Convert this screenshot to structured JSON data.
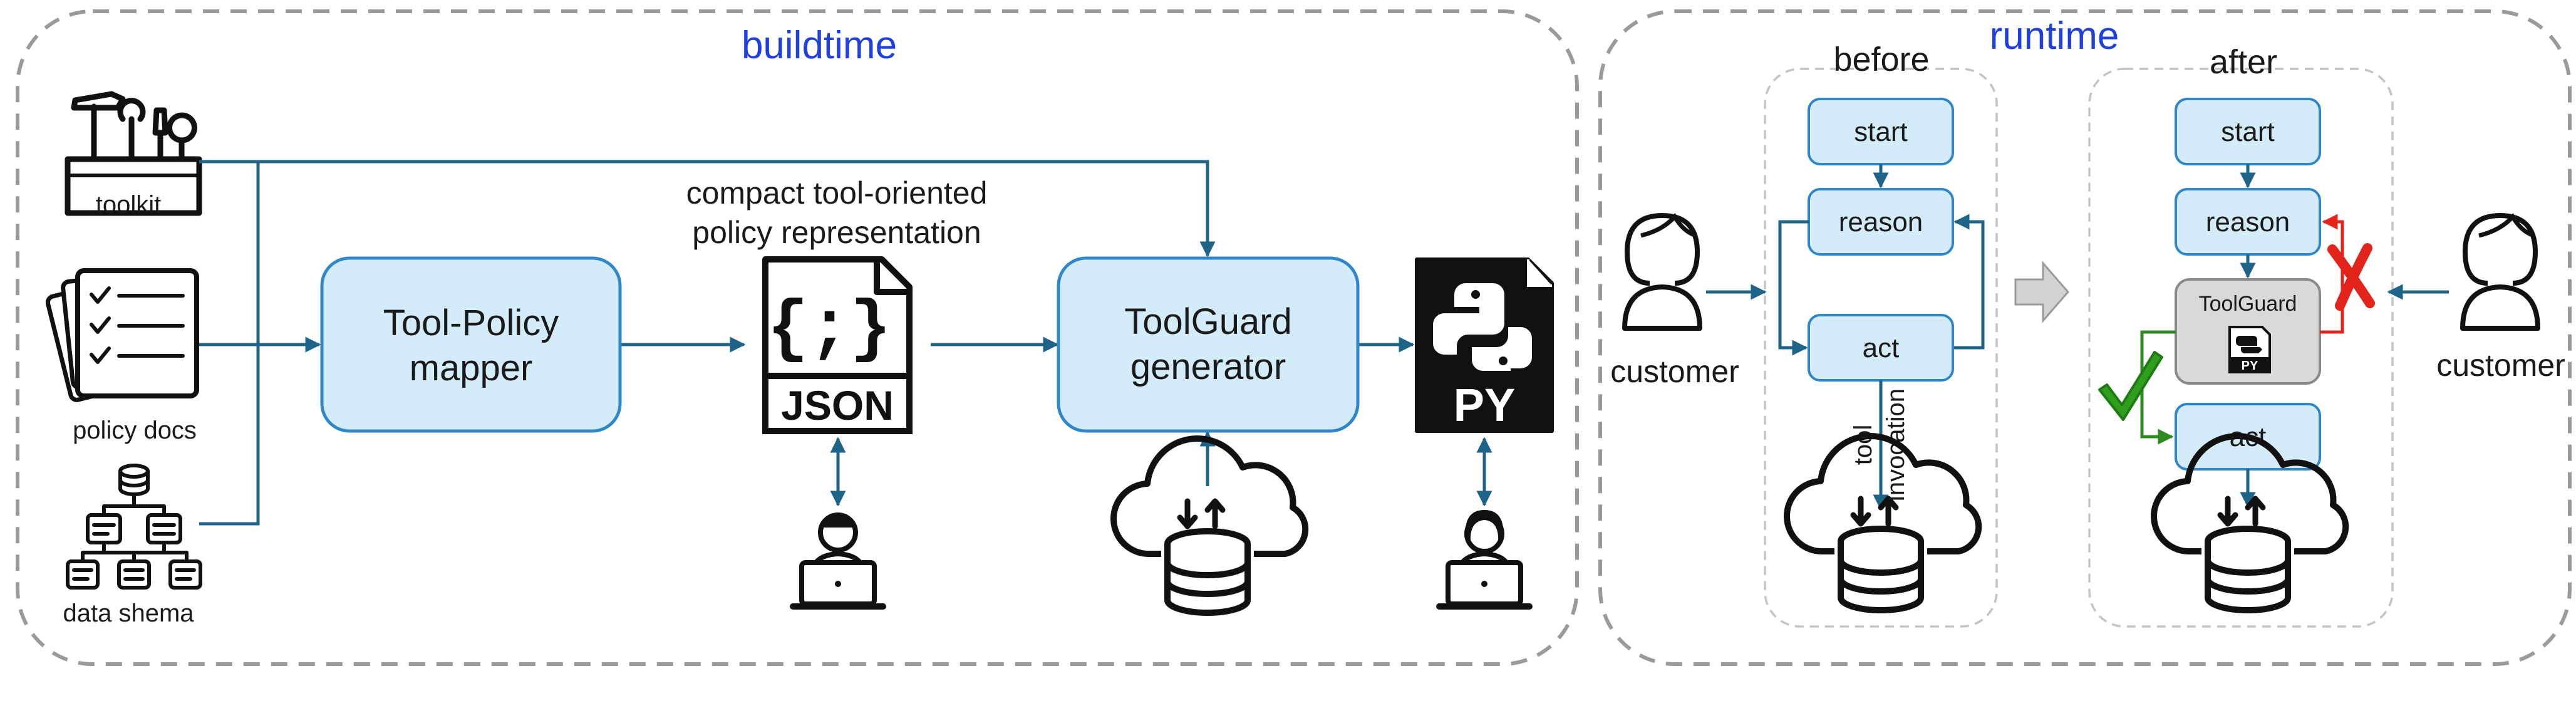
{
  "panels": {
    "buildtime": "buildtime",
    "runtime": "runtime"
  },
  "inputs": {
    "toolkit": "toolkit",
    "policy_docs": "policy docs",
    "data_schema": "data shema"
  },
  "buildtime": {
    "mapper_line1": "Tool-Policy",
    "mapper_line2": "mapper",
    "representation_line1": "compact tool-oriented",
    "representation_line2": "policy representation",
    "json_label": "JSON",
    "generator_line1": "ToolGuard",
    "generator_line2": "generator",
    "py_label": "PY"
  },
  "runtime": {
    "before": {
      "title": "before",
      "start": "start",
      "reason": "reason",
      "act": "act",
      "invocation_line1": "tool",
      "invocation_line2": "invocation",
      "customer": "customer"
    },
    "after": {
      "title": "after",
      "start": "start",
      "reason": "reason",
      "toolguard": "ToolGuard",
      "toolguard_py": "PY",
      "act": "act",
      "customer": "customer"
    }
  },
  "colors": {
    "title_blue": "#1f3fe0",
    "box_fill": "#d4ecfa",
    "box_stroke": "#2f86c9",
    "flow_line": "#1d6488",
    "approve_green": "#2e8b1f",
    "reject_red": "#e3241b",
    "guard_gray": "#d9d9d9"
  },
  "icons": {
    "toolkit": "toolbox-icon",
    "policy_docs": "checklist-documents-icon",
    "data_schema": "database-schema-icon",
    "json_file": "json-file-icon",
    "python_file": "python-file-icon",
    "cloud_database": "cloud-database-icon",
    "developer": "developer-laptop-icon",
    "customer": "customer-person-icon",
    "approve": "checkmark-icon",
    "reject": "cross-icon",
    "transition": "right-arrow-icon"
  }
}
